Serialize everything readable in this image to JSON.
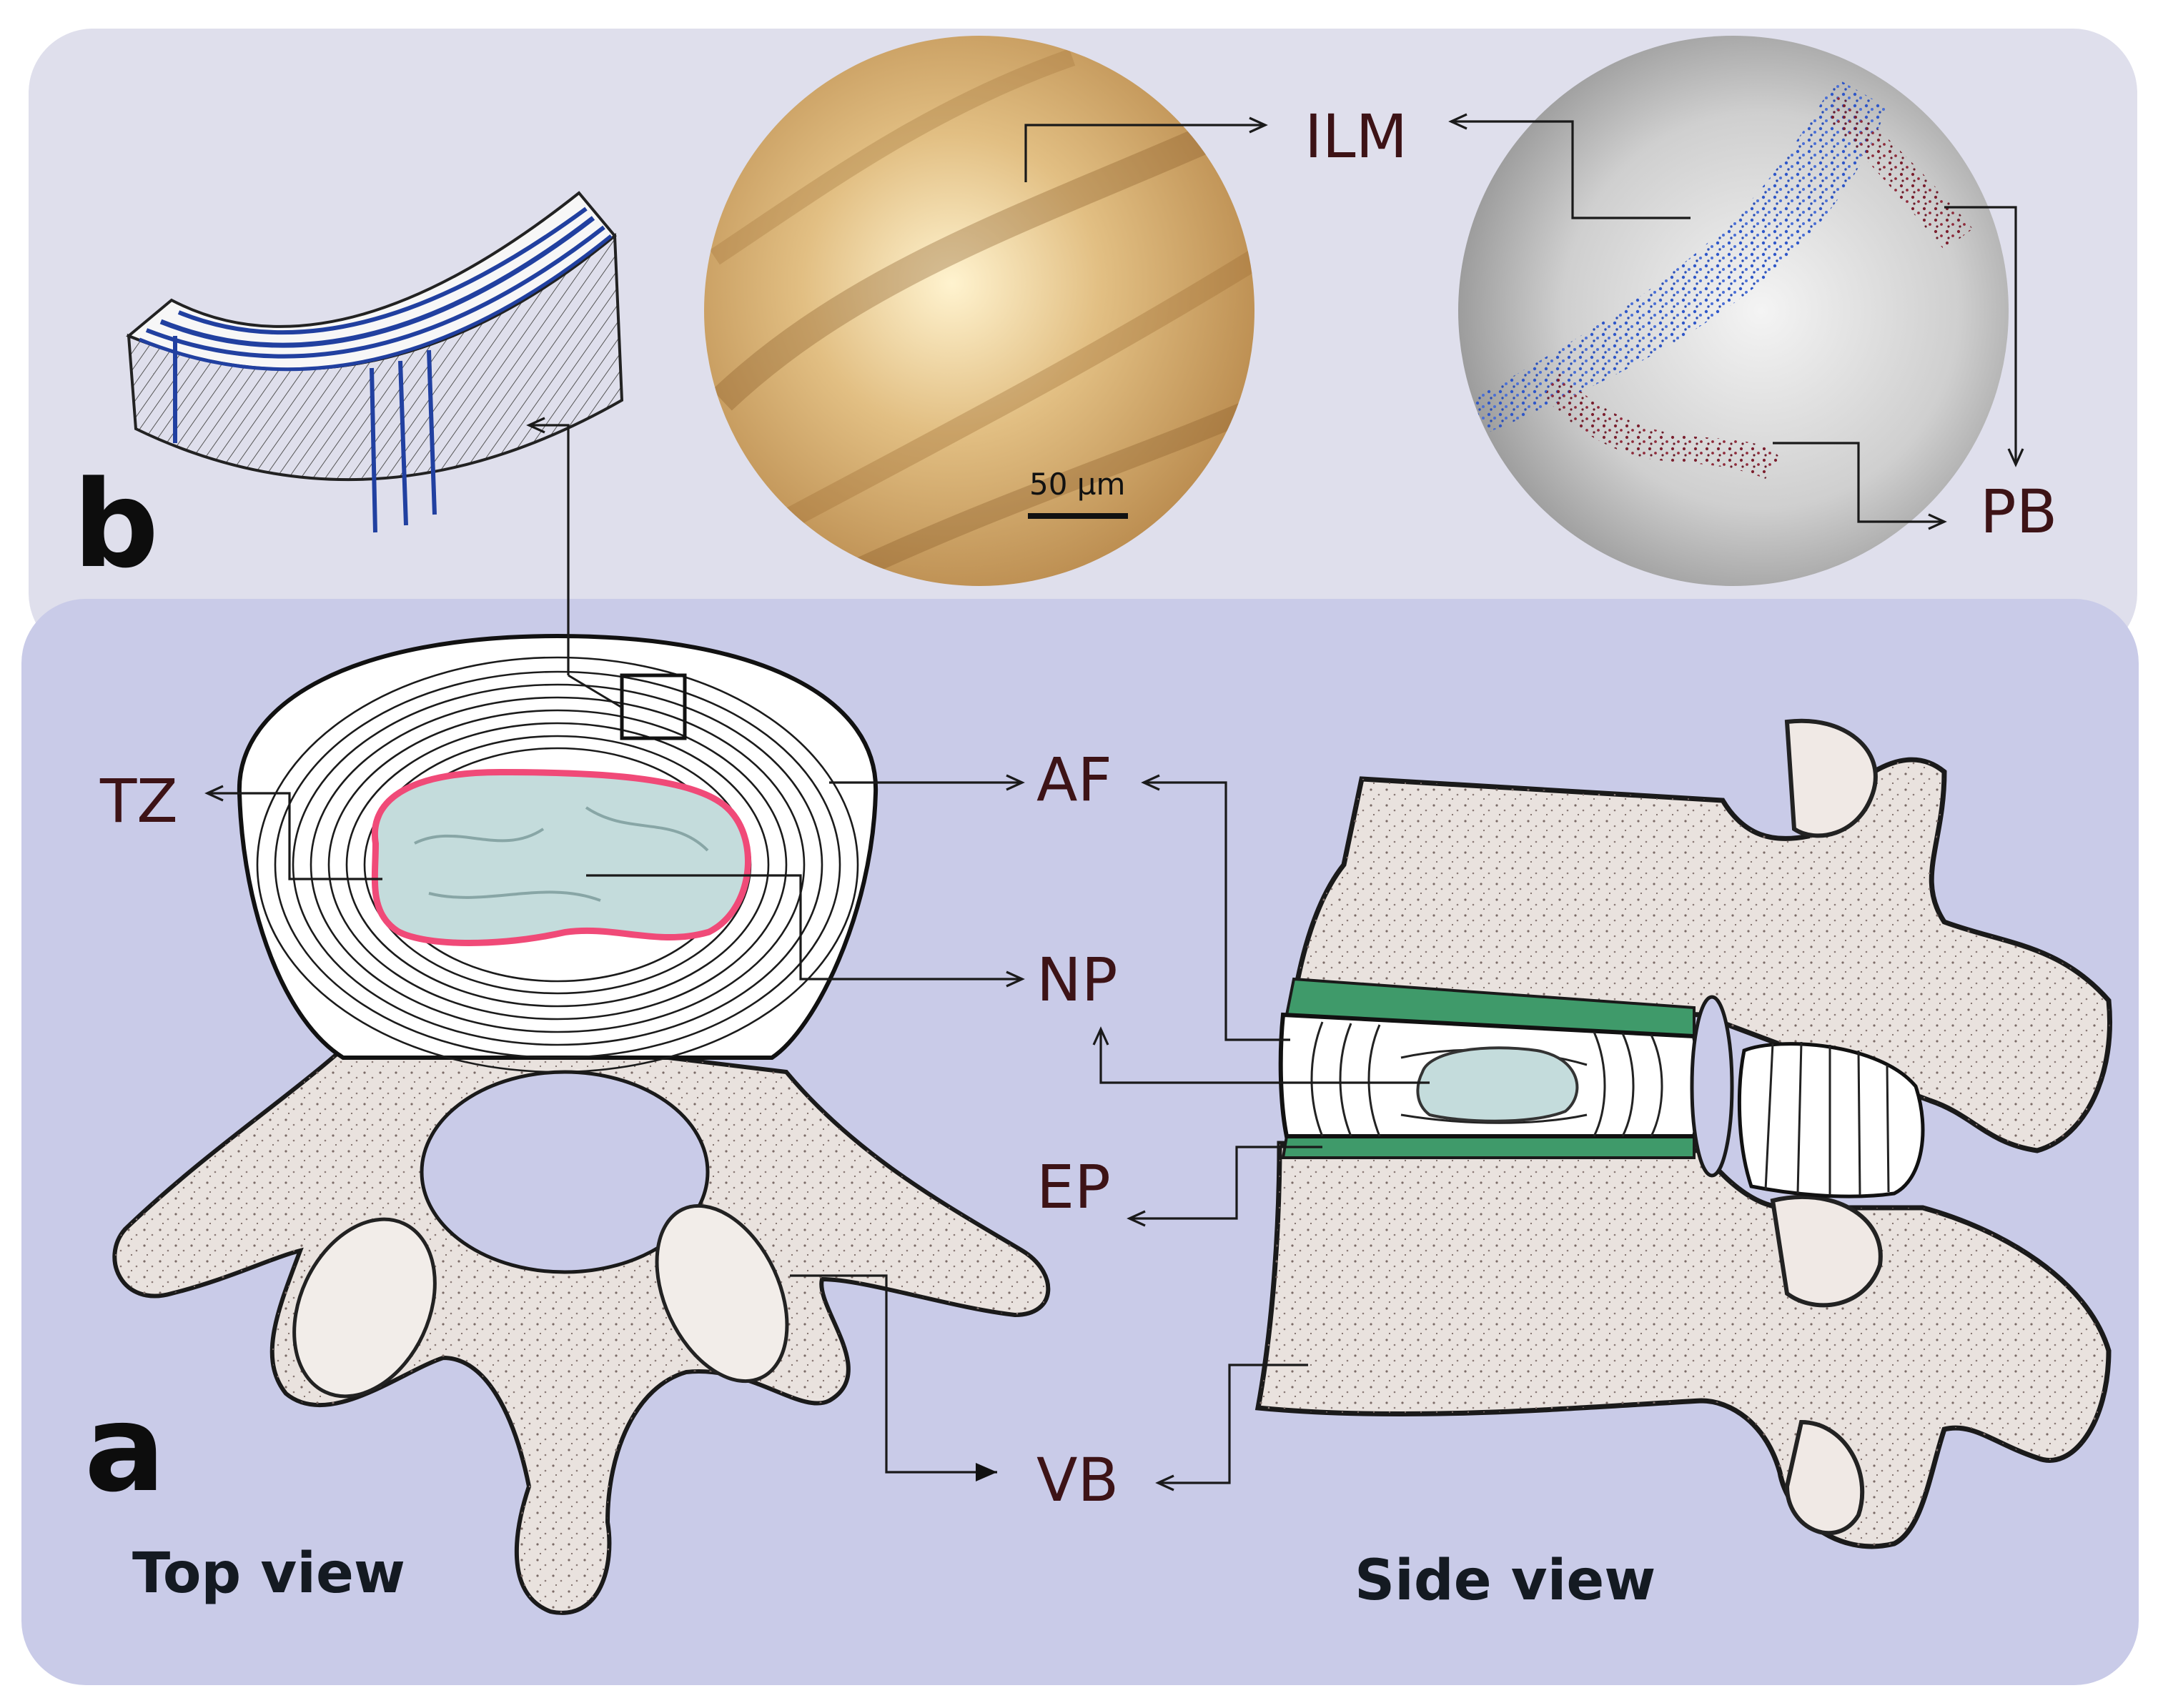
{
  "panel_b": {
    "letter": "b"
  },
  "panel_a": {
    "letter": "a"
  },
  "labels": {
    "ilm": "ILM",
    "pb": "PB",
    "tz": "TZ",
    "af": "AF",
    "np": "NP",
    "ep": "EP",
    "vb": "VB"
  },
  "scale_bar": "50 µm",
  "views": {
    "top": "Top view",
    "side": "Side view"
  },
  "colors": {
    "panel_b_bg": "#dfdfec",
    "panel_a_bg": "#c9cbe8",
    "transition_zone": "#f04a78",
    "nucleus": "#c4dcdc",
    "endplate": "#3f9a6a",
    "lamella_line": "#2140a0",
    "bone": "#e9e2de"
  }
}
